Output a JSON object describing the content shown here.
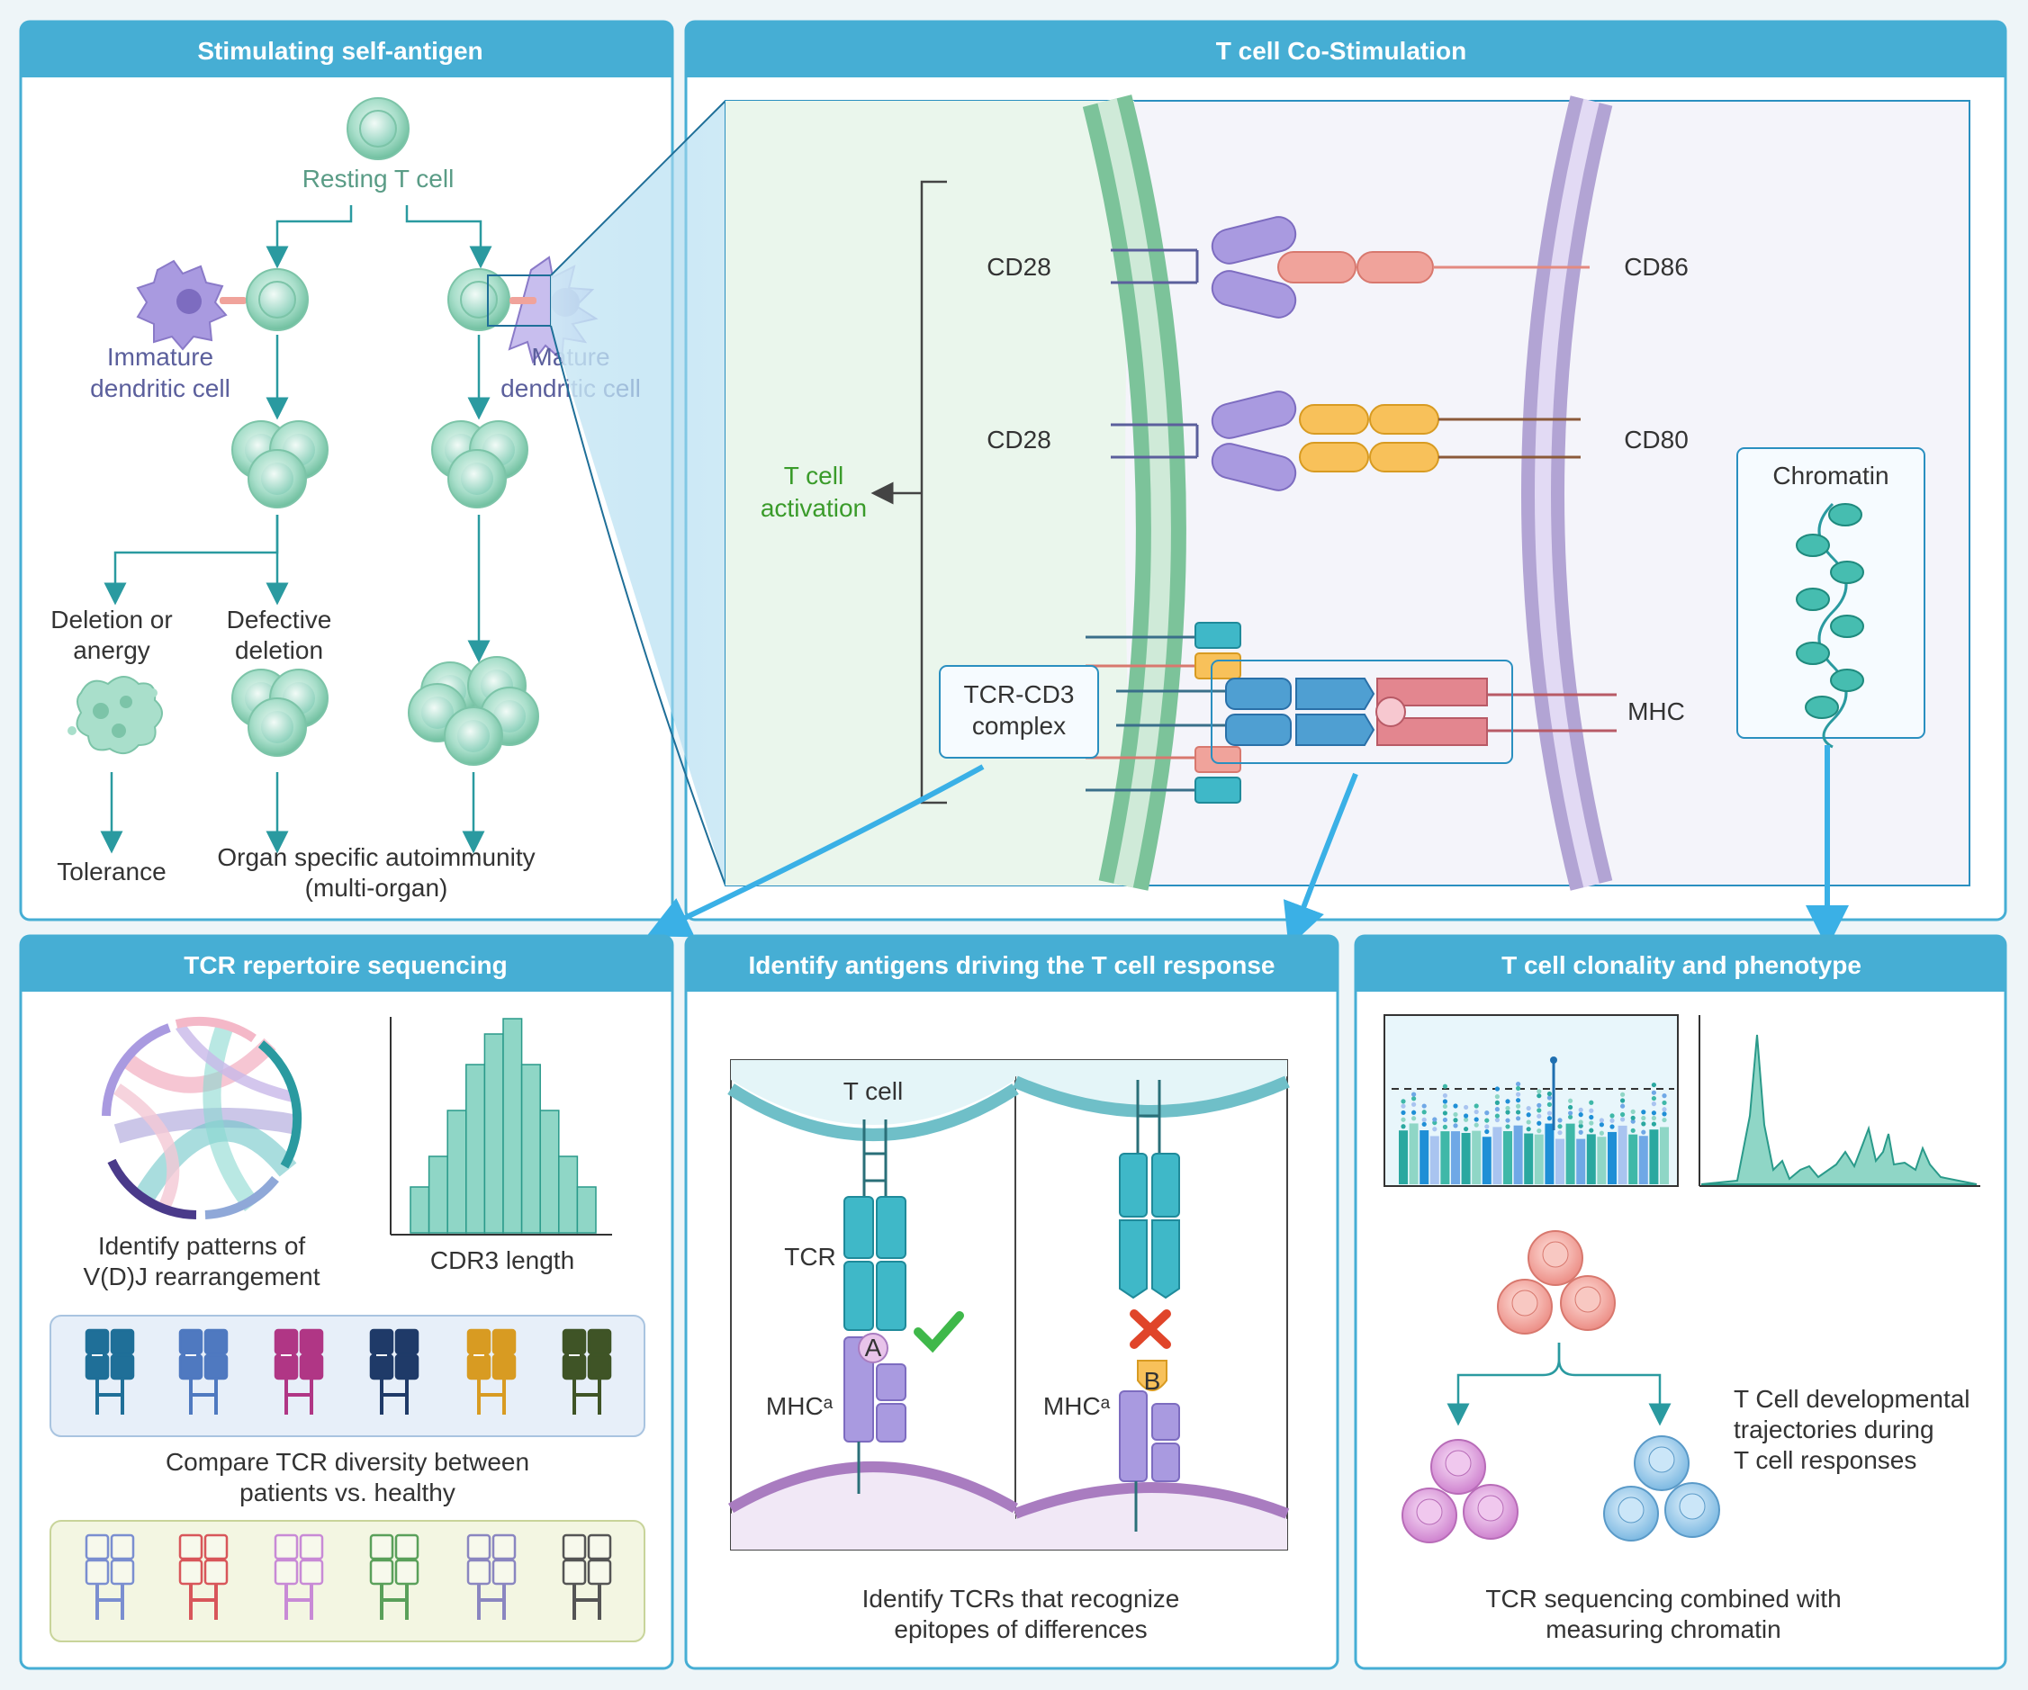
{
  "panels": {
    "self_antigen": {
      "title": "Stimulating self-antigen",
      "resting_t_cell": "Resting T cell",
      "immature_dc": [
        "Immature",
        "dendritic cell"
      ],
      "mature_dc": [
        "Mature",
        "dendritic cell"
      ],
      "deletion": [
        "Deletion or",
        "anergy"
      ],
      "defective": [
        "Defective",
        "deletion"
      ],
      "tolerance": "Tolerance",
      "autoimmunity": [
        "Organ specific autoimmunity",
        "(multi-organ)"
      ]
    },
    "costim": {
      "title": "T cell Co-Stimulation",
      "cd28_a": "CD28",
      "cd28_b": "CD28",
      "cd86": "CD86",
      "cd80": "CD80",
      "activation": [
        "T cell",
        "activation"
      ],
      "tcr_cd3": [
        "TCR-CD3",
        "complex"
      ],
      "mhc": "MHC",
      "chromatin": "Chromatin"
    },
    "repertoire": {
      "title": "TCR repertoire sequencing",
      "patterns": [
        "Identify patterns of",
        "V(D)J rearrangement"
      ],
      "cdr3": "CDR3 length",
      "compare": [
        "Compare TCR diversity between",
        "patients vs. healthy"
      ]
    },
    "antigens": {
      "title": "Identify antigens driving the T cell response",
      "t_cell": "T cell",
      "tcr": "TCR",
      "mhc_left": "MHCᵃ",
      "mhc_right": "MHCᵃ",
      "epitope_a": "A",
      "epitope_b": "B",
      "caption": [
        "Identify TCRs that recognize",
        "epitopes of differences"
      ]
    },
    "clonality": {
      "title": "T cell clonality and phenotype",
      "trajectories": [
        "T Cell developmental",
        "trajectories during",
        "T cell responses"
      ],
      "caption": [
        "TCR sequencing combined with",
        "measuring chromatin"
      ]
    }
  },
  "colors": {
    "header": "#46aed4",
    "panel_border": "#46aed4",
    "teal_arrow": "#2a9aa0",
    "cell_green": "#8fd2bd",
    "membrane_green": "#7cc39a",
    "membrane_purple": "#b2a4d4",
    "cd28_purple": "#a99ae0",
    "cd86_pink": "#f0a39b",
    "cd80_orange": "#f8c15a",
    "tcr_blue": "#4f9fd2",
    "mhc_pink": "#e3868f",
    "chromatin_teal": "#46bdb0",
    "histogram_fill": "#8fd6c6",
    "red_cell": "#f09c95",
    "purple_cell": "#d896d6",
    "blue_cell": "#8cc4e6"
  },
  "tcr_icon_colors_top": [
    "#1f6f98",
    "#4f79c0",
    "#b03685",
    "#1f3a68",
    "#d89b22",
    "#3f5426"
  ],
  "tcr_icon_colors_bottom": [
    "#7a8ed0",
    "#d8565a",
    "#c88ad6",
    "#5aa05a",
    "#8a86c0",
    "#555555"
  ],
  "chart_data": [
    {
      "type": "bar",
      "xlabel": "CDR3 length",
      "values": [
        3,
        5,
        8,
        11,
        13,
        14,
        11,
        8,
        5,
        3
      ]
    }
  ]
}
